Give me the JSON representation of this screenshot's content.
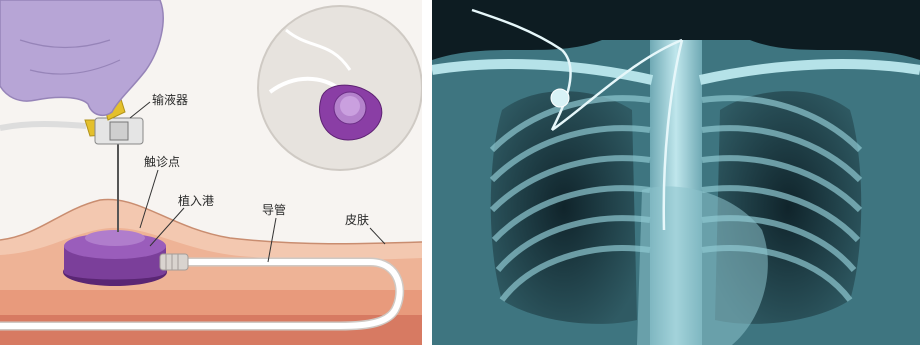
{
  "illustration": {
    "labels": {
      "infusion_set": "输液器",
      "palpation_point": "触诊点",
      "port": "植入港",
      "catheter": "导管",
      "skin": "皮肤"
    },
    "colors": {
      "glove": "#b7a5d6",
      "port_body": "#7b3f9a",
      "skin_top": "#f3c8b0",
      "tissue": "#e89a7c",
      "connector": "#e4c02c",
      "catheter": "#ffffff"
    }
  },
  "xray": {
    "colors": {
      "background": "#0d1c22",
      "bone": "#9fd3dc",
      "lung": "#162e36"
    }
  }
}
